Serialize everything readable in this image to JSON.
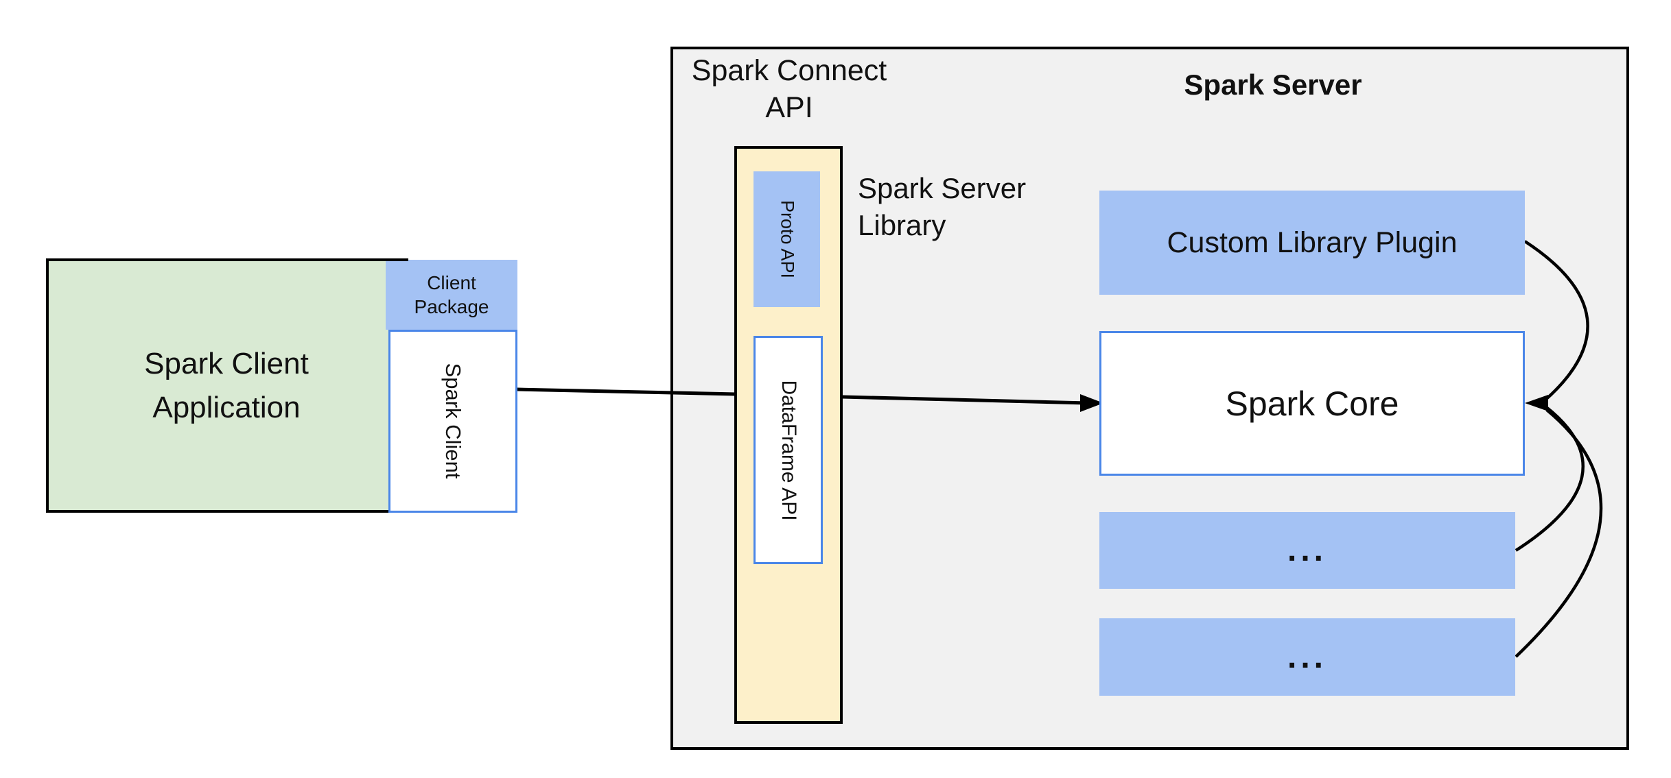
{
  "colors": {
    "gray_fill": "#f1f1f1",
    "green_fill": "#d9ead3",
    "blue_fill": "#a4c2f4",
    "yellow_fill": "#fdf0ca",
    "blue_border": "#4a86e8",
    "line_black": "#000000"
  },
  "client_group": {
    "app_title_line1": "Spark Client",
    "app_title_line2": "Application",
    "package_label_line1": "Client",
    "package_label_line2": "Package",
    "spark_client_label": "Spark Client"
  },
  "connect_api": {
    "title_line1": "Spark Connect",
    "title_line2": "API",
    "proto_api_label": "Proto API",
    "dataframe_api_label": "DataFrame API",
    "server_library_line1": "Spark Server",
    "server_library_line2": "Library"
  },
  "server": {
    "title": "Spark Server",
    "plugin_label": "Custom Library Plugin",
    "core_label": "Spark Core",
    "module1_label": "...",
    "module2_label": "..."
  }
}
